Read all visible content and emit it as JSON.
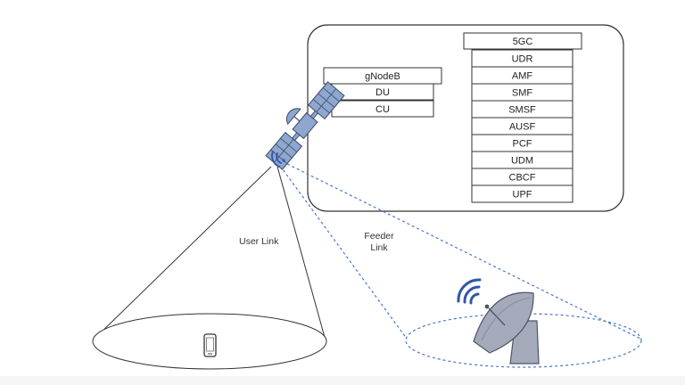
{
  "gnodeb": {
    "title": "gNodeB",
    "items": [
      "DU",
      "CU"
    ]
  },
  "core": {
    "title": "5GC",
    "items": [
      "UDR",
      "AMF",
      "SMF",
      "SMSF",
      "AUSF",
      "PCF",
      "UDM",
      "CBCF",
      "UPF"
    ]
  },
  "links": {
    "user": "User Link",
    "feeder_line1": "Feeder",
    "feeder_line2": "Link"
  },
  "colors": {
    "satellite": "#8EA7CF",
    "satellite_stroke": "#44536F",
    "dish": "#A4AABA",
    "wave": "#2F56A8",
    "feeder_dash": "#4A76C6"
  }
}
